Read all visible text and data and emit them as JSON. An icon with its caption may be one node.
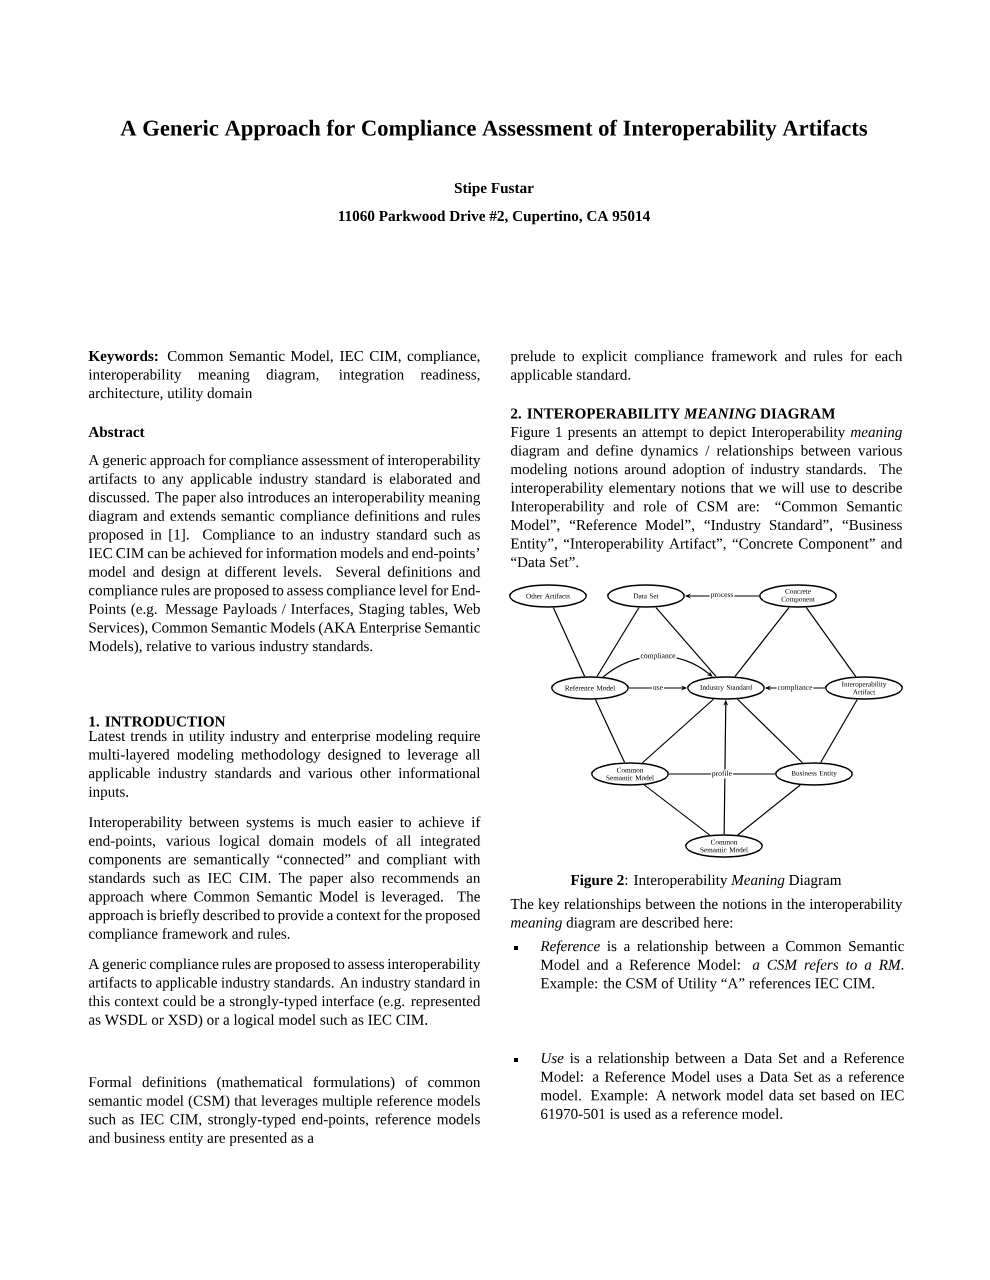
{
  "diagram": {
    "title": "A Generic Approach for Compliance Assessment of Interoperability Artifacts",
    "caption": "**Figure 2**: Interoperability *Meaning* Diagram",
    "nodes": [
      {
        "text": [
          "Other Artifacts"
        ]
      },
      {
        "text": [
          "Data Set"
        ]
      },
      {
        "text": [
          "Concrete Component"
        ]
      },
      {
        "text": [
          "Reference Model"
        ]
      },
      {
        "text": [
          "Industry Standard"
        ]
      },
      {
        "text": [
          "Interoperability Artifact"
        ]
      },
      {
        "text": [
          "Common Semantic Model"
        ]
      },
      {
        "text": [
          "Business Entity"
        ]
      },
      {
        "text": [
          "Common Semantic Model"
        ]
      }
    ],
    "edges": [
      {
        "from": 0,
        "to": 3,
        "arrow": "none"
      },
      {
        "from": 1,
        "to": 3,
        "arrow": "none"
      },
      {
        "from": 1,
        "to": 4,
        "arrow": "none"
      },
      {
        "from": 2,
        "to": 1,
        "arrow": "to",
        "label": "process"
      },
      {
        "from": 2,
        "to": 4,
        "arrow": "none"
      },
      {
        "from": 2,
        "to": 5,
        "arrow": "none"
      },
      {
        "from": 3,
        "to": 4,
        "arrow": "to",
        "label": "compliance"
      },
      {
        "from": 3,
        "to": 4,
        "arrow": "to",
        "label": "use"
      },
      {
        "from": 5,
        "to": 4,
        "arrow": "to",
        "label": "compliance"
      },
      {
        "from": 3,
        "to": 6,
        "arrow": "none"
      },
      {
        "from": 6,
        "to": 4,
        "arrow": "none"
      },
      {
        "from": 6,
        "to": 7,
        "arrow": "none",
        "label": "profile"
      },
      {
        "from": 8,
        "to": 4,
        "arrow": "to"
      },
      {
        "from": 7,
        "to": 4,
        "arrow": "none"
      },
      {
        "from": 7,
        "to": 5,
        "arrow": "none"
      },
      {
        "from": 6,
        "to": 8,
        "arrow": "none"
      },
      {
        "from": 7,
        "to": 8,
        "arrow": "none"
      }
    ],
    "labels": [
      "Stipe Fustar",
      "11060 Parkwood Drive #2, Cupertino, CA 95014",
      "**Keywords:** Common Semantic Model, IEC CIM, compliance, interoperability meaning diagram, integration readiness, architecture, utility domain",
      "Abstract",
      "A generic approach for compliance assessment of interoperability artifacts to any applicable industry standard is elaborated and discussed. The paper also introduces an interoperability meaning diagram and extends semantic compliance definitions and rules proposed in [1]. Compliance to an industry standard such as IEC CIM can be achieved for information models and end-points’ model and design at different levels. Several definitions and compliance rules are proposed to assess compliance level for End-Points (e.g. Message Payloads / Interfaces, Staging tables, Web Services), Common Semantic Models (AKA Enterprise Semantic Models), relative to various industry standards.",
      "1. INTRODUCTION",
      "Latest trends in utility industry and enterprise modeling require multi-layered modeling methodology designed to leverage all applicable industry standards and various other informational inputs.",
      "Interoperability between systems is much easier to achieve if end-points, various logical domain models of all integrated components are semantically “connected” and compliant with standards such as IEC CIM. The paper also recommends an approach where Common Semantic Model is leveraged. The approach is briefly described to provide a context for the proposed compliance framework and rules.",
      "A generic compliance rules are proposed to assess interoperability artifacts to applicable industry standards. An industry standard in this context could be a strongly-typed interface (e.g. represented as WSDL or XSD) or a logical model such as IEC CIM.",
      "Formal definitions (mathematical formulations) of common semantic model (CSM) that leverages multiple reference models such as IEC CIM, strongly-typed end-points, reference models and business entity are presented as a",
      "prelude to explicit compliance framework and rules for each applicable standard.",
      "2. INTEROPERABILITY *MEANING* DIAGRAM",
      "Figure 1 presents an attempt to depict Interoperability *meaning* diagram and define dynamics / relationships between various modeling notions around adoption of industry standards. The interoperability elementary notions that we will use to describe Interoperability and role of CSM are: “Common Semantic Model”, “Reference Model”, “Industry Standard”, “Business Entity”, “Interoperability Artifact”, “Concrete Component” and “Data Set”.",
      "The key relationships between the notions in the interoperability *meaning* diagram are described here:",
      "*Reference* is a relationship between a Common Semantic Model and a Reference Model: *a CSM refers to a RM*. Example: the CSM of Utility “A” references IEC CIM.",
      "*Use* is a relationship between a Data Set and a Reference Model: a Reference Model uses a Data Set as a reference model. Example:  A network model data set based on IEC 61970-501 is used as a reference model."
    ]
  }
}
